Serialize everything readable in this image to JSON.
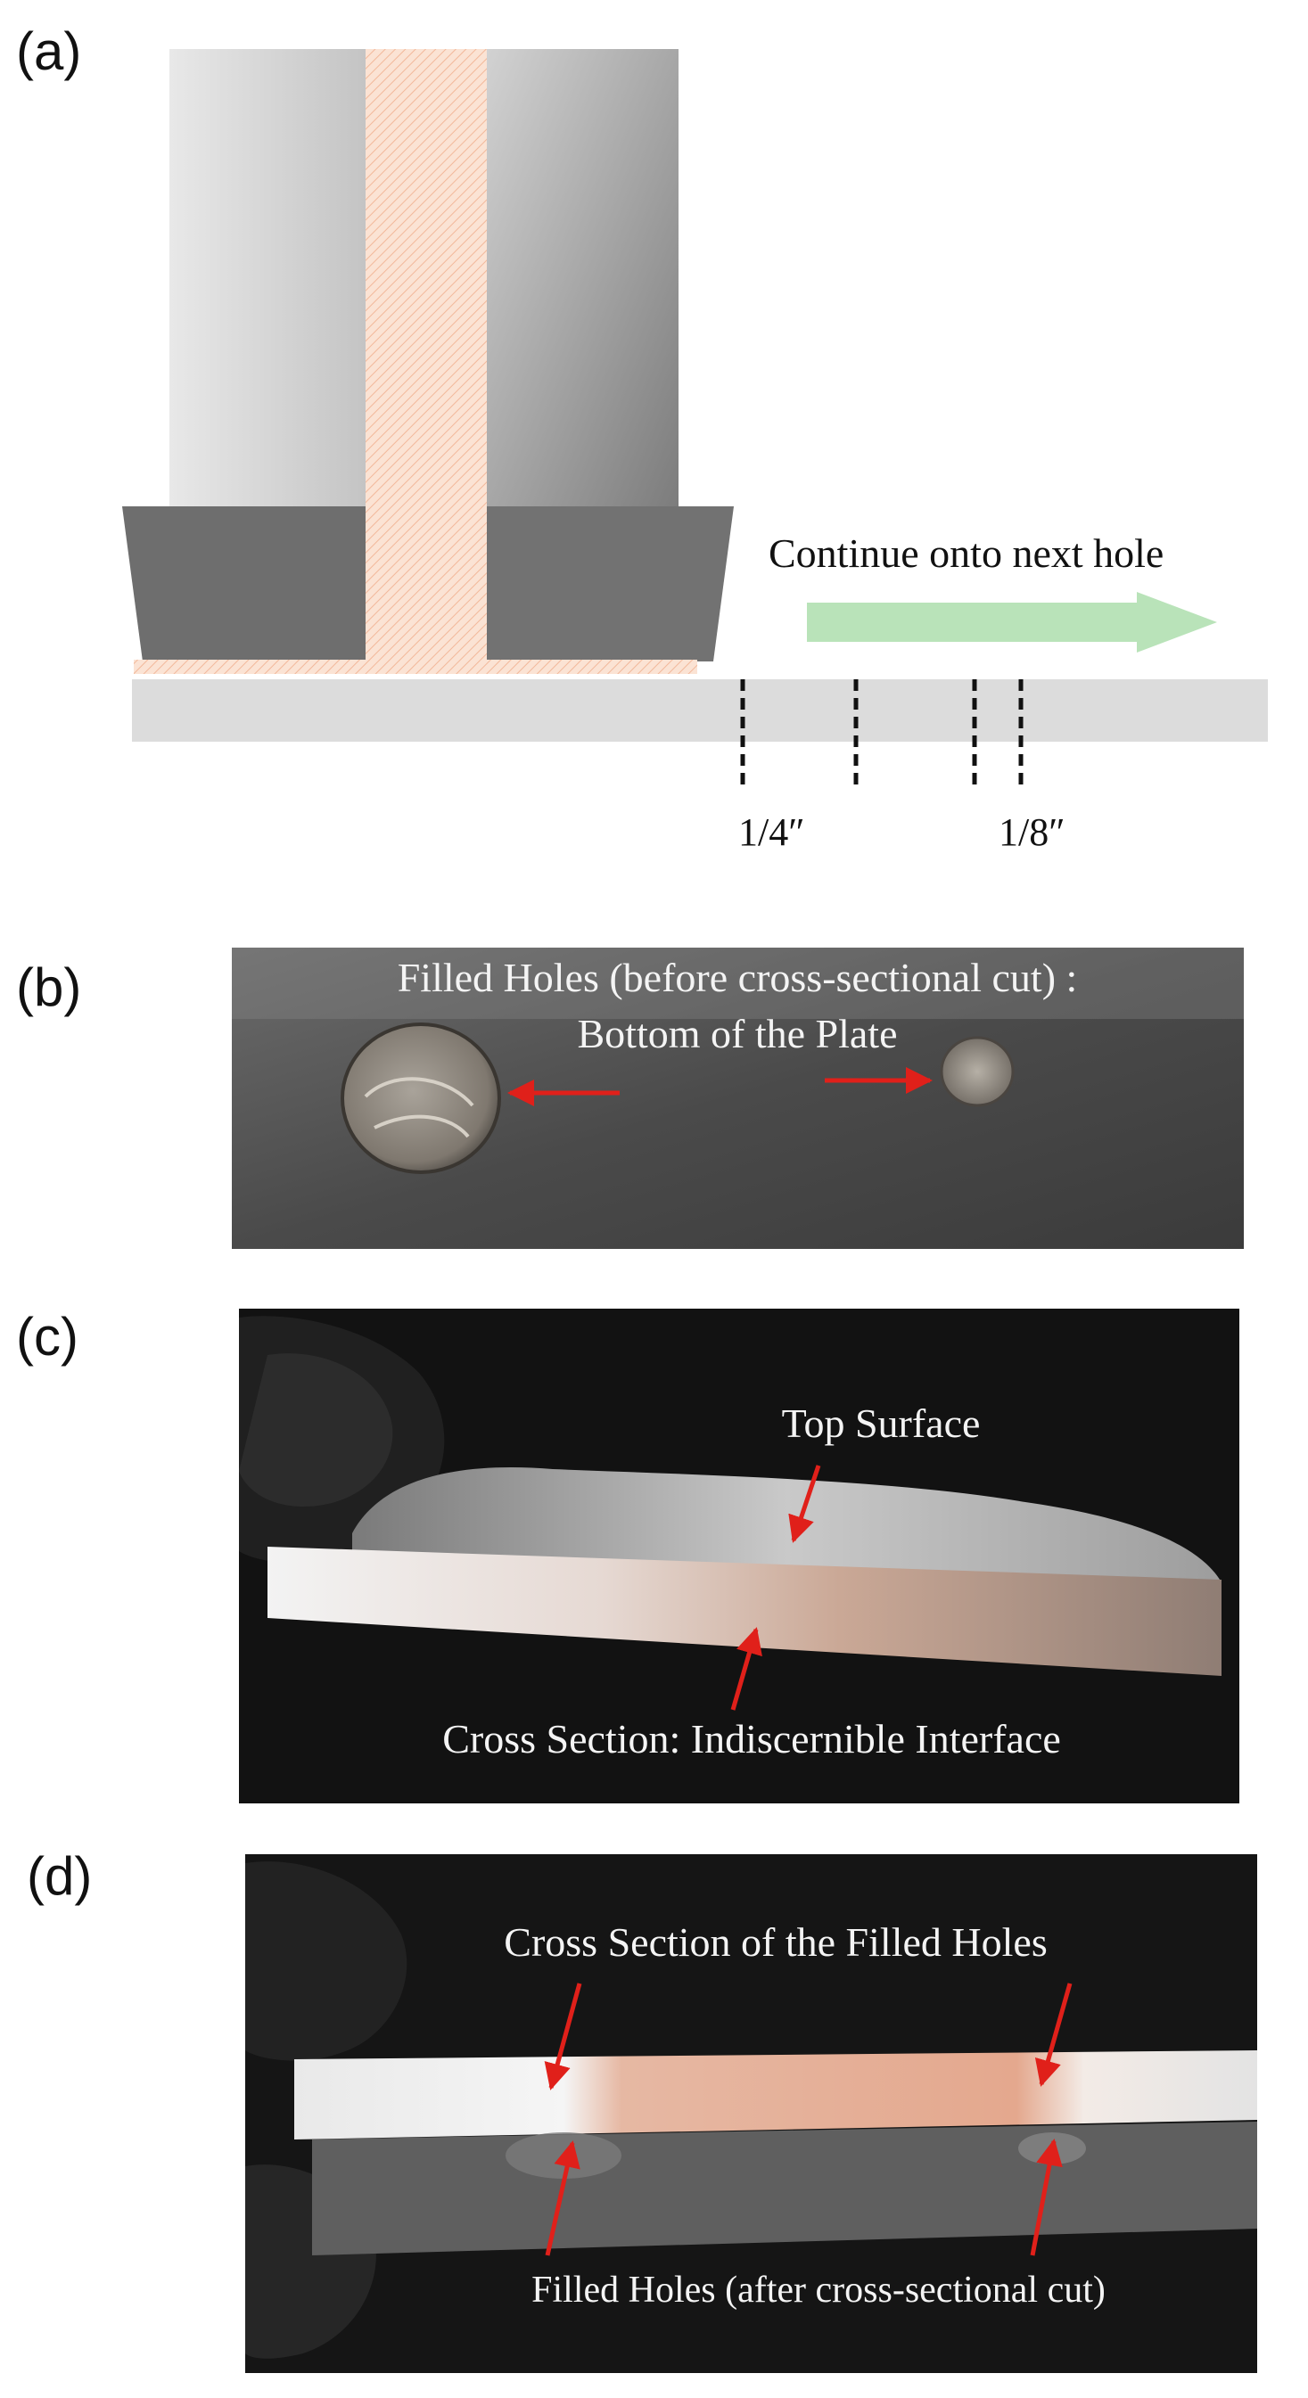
{
  "panels": {
    "a": {
      "label": "(a)",
      "annotation": "Continue onto next hole",
      "dimension_large": "1/4″",
      "dimension_small": "1/8″",
      "colors": {
        "filler_rod": "#f9d9c6",
        "tool_body_light": "#e4e4e4",
        "tool_body_dark": "#8c8c8c",
        "shoulder": "#6e6e6e",
        "plate": "#dcdcdc",
        "arrow": "#b9e3b9"
      }
    },
    "b": {
      "label": "(b)",
      "caption_line1": "Filled Holes (before cross-sectional cut) :",
      "caption_line2": "Bottom of the Plate"
    },
    "c": {
      "label": "(c)",
      "caption_top": "Top Surface",
      "caption_bottom": "Cross Section: Indiscernible Interface"
    },
    "d": {
      "label": "(d)",
      "caption_top": "Cross Section of the Filled Holes",
      "caption_bottom": "Filled Holes (after cross-sectional cut)"
    }
  }
}
